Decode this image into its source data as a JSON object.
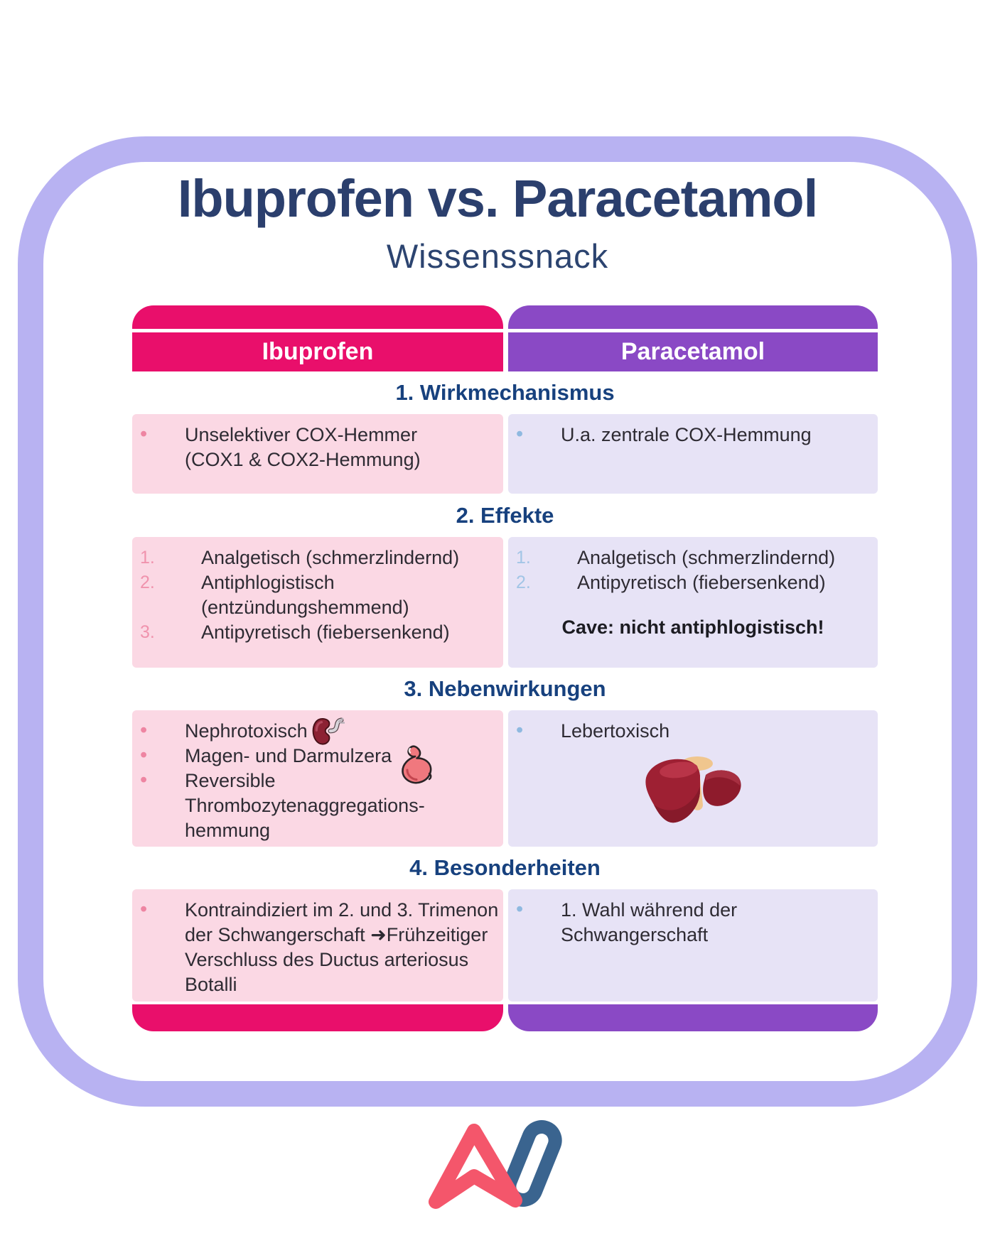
{
  "page": {
    "title": "Ibuprofen vs. Paracetamol",
    "subtitle": "Wissenssnack"
  },
  "columns": {
    "left": {
      "label": "Ibuprofen"
    },
    "right": {
      "label": "Paracetamol"
    }
  },
  "sections": [
    {
      "title": "1. Wirkmechanismus",
      "left": {
        "items": [
          {
            "marker": "•",
            "text": "Unselektiver COX-Hemmer (COX1 & COX2-Hemmung)"
          }
        ]
      },
      "right": {
        "items": [
          {
            "marker": "•",
            "text": "U.a. zentrale COX-Hemmung"
          }
        ]
      }
    },
    {
      "title": "2. Effekte",
      "left": {
        "items": [
          {
            "marker": "1.",
            "text": "Analgetisch (schmerzlindernd)"
          },
          {
            "marker": "2.",
            "text": "Antiphlogistisch (entzündungshemmend)"
          },
          {
            "marker": "3.",
            "text": "Antipyretisch (fiebersenkend)"
          }
        ]
      },
      "right": {
        "items": [
          {
            "marker": "1.",
            "text": "Analgetisch (schmerzlindernd)"
          },
          {
            "marker": "2.",
            "text": "Antipyretisch (fiebersenkend)"
          }
        ],
        "note": "Cave: nicht antiphlogistisch!"
      }
    },
    {
      "title": "3. Nebenwirkungen",
      "left": {
        "items": [
          {
            "marker": "•",
            "text": "Nephrotoxisch",
            "icon": "kidney-icon"
          },
          {
            "marker": "•",
            "text": "Magen- und Darmulzera",
            "icon": "stomach-icon"
          },
          {
            "marker": "•",
            "text": "Reversible Thrombozytenaggregations-hemmung"
          }
        ]
      },
      "right": {
        "items": [
          {
            "marker": "•",
            "text": "Lebertoxisch",
            "icon": "liver-icon"
          }
        ]
      }
    },
    {
      "title": "4. Besonderheiten",
      "left": {
        "items": [
          {
            "marker": "•",
            "text": "Kontraindiziert im 2. und 3. Trimenon der Schwangerschaft ➜Frühzeitiger Verschluss des Ductus arteriosus Botalli"
          }
        ]
      },
      "right": {
        "items": [
          {
            "marker": "•",
            "text": "1. Wahl während der Schwangerschaft"
          }
        ]
      }
    }
  ],
  "colors": {
    "ibuprofen_header": "#e90f6b",
    "paracetamol_header": "#8a49c5",
    "ibuprofen_cell": "#fbd8e4",
    "paracetamol_cell": "#e7e3f6",
    "frame_border": "#b8b2f2",
    "title_navy": "#2b3f6d",
    "section_navy": "#17417e",
    "logo_red": "#f4566b",
    "logo_blue": "#3a648f"
  }
}
